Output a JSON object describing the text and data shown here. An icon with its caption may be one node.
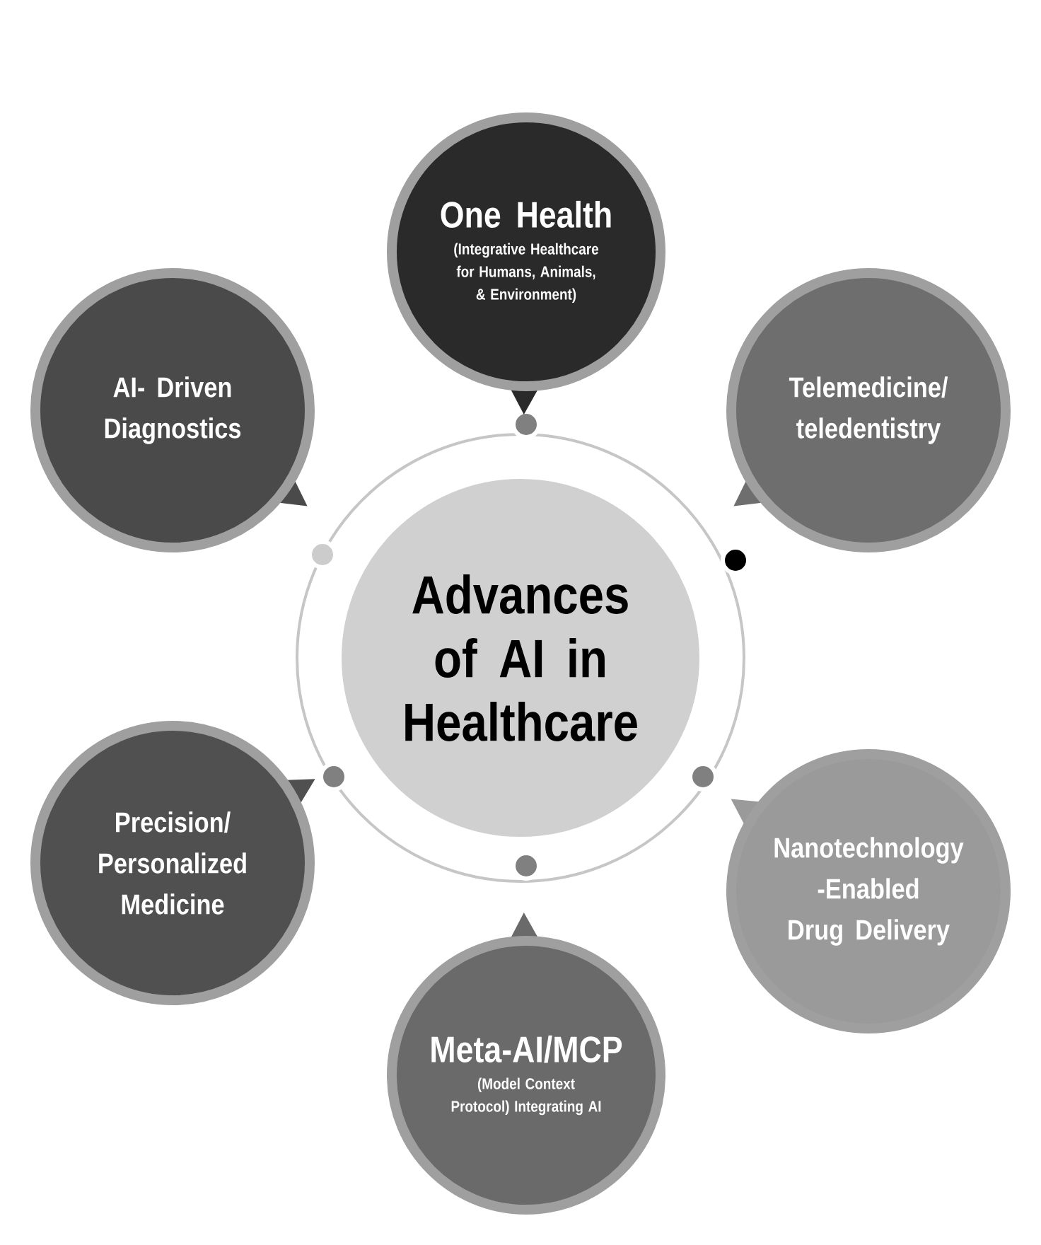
{
  "diagram": {
    "nodes": [
      {
        "text": [
          "Advances of AI in Healthcare"
        ]
      },
      {
        "text": [
          "One Health",
          "(Integrative Healthcare for Humans, Animals, & Environment)"
        ]
      },
      {
        "text": [
          "AI- Driven Diagnostics"
        ]
      },
      {
        "text": [
          "Telemedicine/ teledentistry"
        ]
      },
      {
        "text": [
          "Precision/ Personalized Medicine"
        ]
      },
      {
        "text": [
          "Nanotechnology -Enabled Drug Delivery"
        ]
      },
      {
        "text": [
          "Meta-AI/MCP",
          "(Model Context Protocol) Integrating AI"
        ]
      }
    ]
  }
}
